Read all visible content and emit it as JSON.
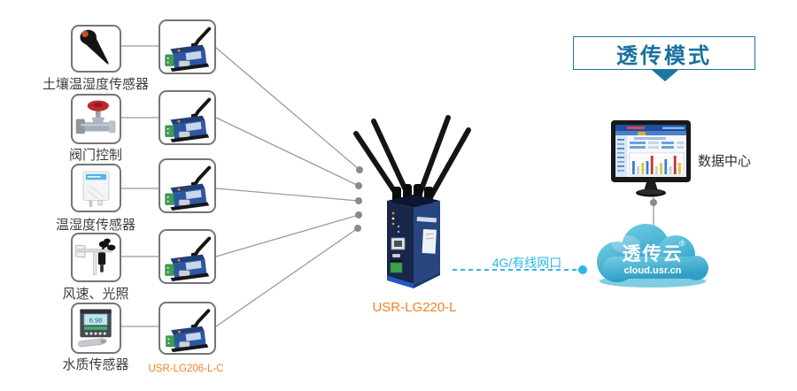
{
  "banner": {
    "label": "透传模式"
  },
  "sensors": [
    {
      "label": "土壤温湿度传感器"
    },
    {
      "label": "阀门控制"
    },
    {
      "label": "温湿度传感器"
    },
    {
      "label": "风速、光照"
    },
    {
      "label": "水质传感器",
      "lcd_value": "6.98"
    }
  ],
  "modules": {
    "model": "USR-LG206-L-C"
  },
  "gateway": {
    "model": "USR-LG220-L"
  },
  "wan_link": {
    "label": "4G/有线网口"
  },
  "data_center": {
    "label": "数据中心"
  },
  "cloud": {
    "name": "透传云",
    "mark": "®",
    "domain": "cloud.usr.cn"
  },
  "colors": {
    "accent_orange": "#f58220",
    "link_cyan": "#2bb7e6",
    "banner_blue": "#17719e",
    "line_gray": "#9b9b9b",
    "dot_gray": "#8a8a8a",
    "module_blue": "#2d57a5",
    "gateway_navy": "#172649",
    "cloud_teal": "#2f9fc6"
  }
}
